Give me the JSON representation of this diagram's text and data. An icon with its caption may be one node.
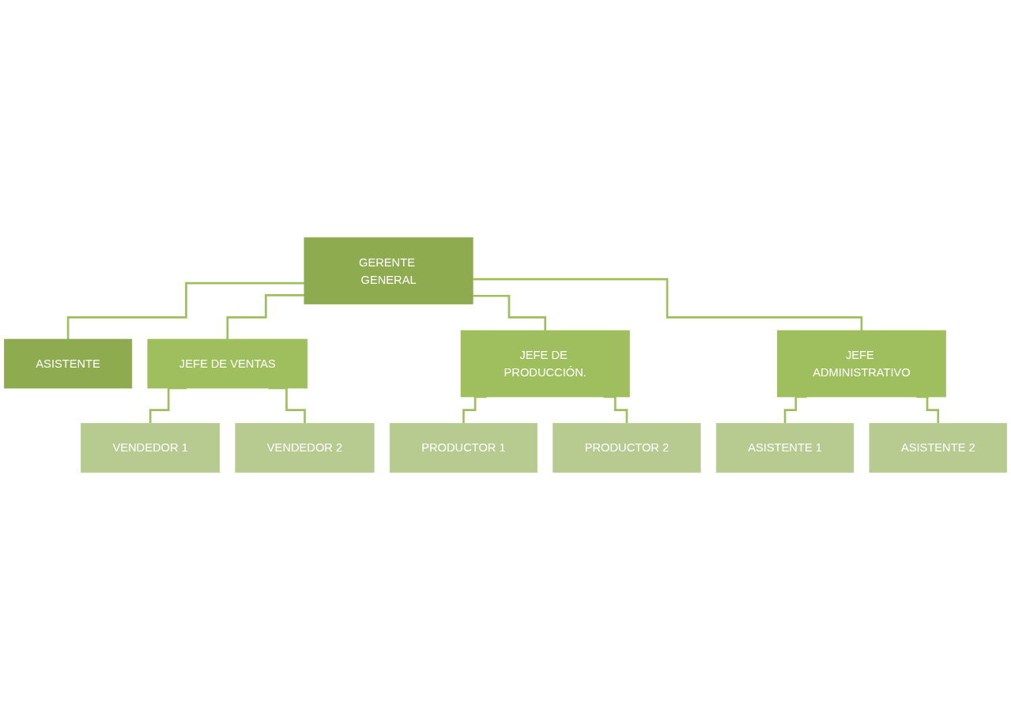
{
  "diagram": {
    "nodes": [
      {
        "text": [
          "GERENTE GENERAL"
        ]
      },
      {
        "text": [
          "ASISTENTE"
        ]
      },
      {
        "text": [
          "JEFE DE VENTAS"
        ]
      },
      {
        "text": [
          "JEFE DE PRODUCCIÓN."
        ]
      },
      {
        "text": [
          "JEFE ADMINISTRATIVO"
        ]
      },
      {
        "text": [
          "VENDEDOR 1"
        ]
      },
      {
        "text": [
          "VENDEDOR 2"
        ]
      },
      {
        "text": [
          "PRODUCTOR 1"
        ]
      },
      {
        "text": [
          "PRODUCTOR 2"
        ]
      },
      {
        "text": [
          "ASISTENTE 1"
        ]
      },
      {
        "text": [
          "ASISTENTE 2"
        ]
      }
    ],
    "edges": [
      {
        "from": 0,
        "to": 1,
        "arrow": "none"
      },
      {
        "from": 0,
        "to": 2,
        "arrow": "none"
      },
      {
        "from": 0,
        "to": 3,
        "arrow": "none"
      },
      {
        "from": 0,
        "to": 4,
        "arrow": "none"
      },
      {
        "from": 2,
        "to": 5,
        "arrow": "none"
      },
      {
        "from": 2,
        "to": 6,
        "arrow": "none"
      },
      {
        "from": 3,
        "to": 7,
        "arrow": "none"
      },
      {
        "from": 3,
        "to": 8,
        "arrow": "none"
      },
      {
        "from": 4,
        "to": 9,
        "arrow": "none"
      },
      {
        "from": 4,
        "to": 10,
        "arrow": "none"
      }
    ]
  }
}
